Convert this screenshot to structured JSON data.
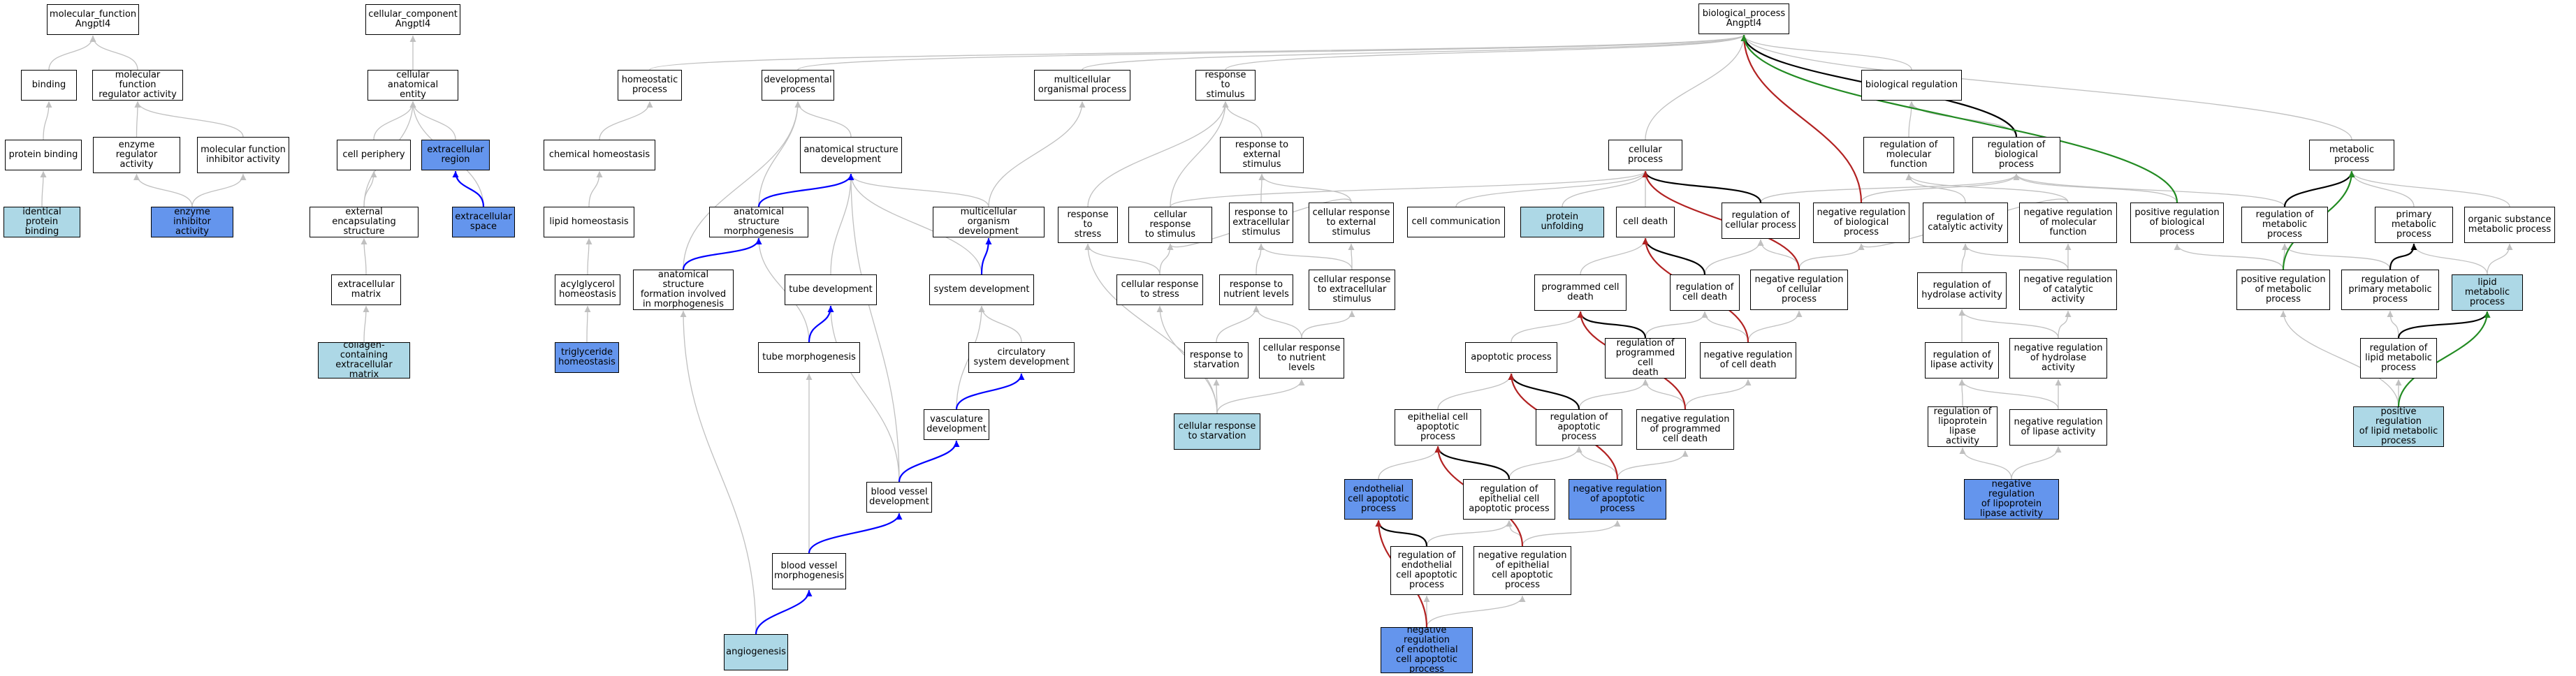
{
  "colors": {
    "light_fill": "#add8e6",
    "dark_fill": "#6495ed",
    "default_edge": "#c0c0c0",
    "black_edge": "#000000",
    "blue_edge": "#0000ff",
    "red_edge": "#b22222",
    "green_edge": "#228b22"
  },
  "nodes": {
    "mf": "molecular_function\nAngptl4",
    "binding": "binding",
    "mfreg": "molecular function\nregulator activity",
    "protbind": "protein binding",
    "enzreg": "enzyme regulator\nactivity",
    "mfinhib": "molecular function\ninhibitor activity",
    "identprot": "identical protein\nbinding",
    "enzinhib": "enzyme inhibitor\nactivity",
    "cc": "cellular_component\nAngptl4",
    "cae": "cellular anatomical\nentity",
    "cellper": "cell periphery",
    "exreg": "extracellular\nregion",
    "extencap": "external encapsulating\nstructure",
    "exspace": "extracellular\nspace",
    "exmatrix": "extracellular\nmatrix",
    "collagen": "collagen-containing\nextracellular\nmatrix",
    "bp": "biological_process\nAngptl4",
    "homeo": "homeostatic\nprocess",
    "chemhomeo": "chemical homeostasis",
    "lipidhomeo": "lipid homeostasis",
    "acylhomeo": "acylglycerol\nhomeostasis",
    "trighomeo": "triglyceride\nhomeostasis",
    "devproc": "developmental\nprocess",
    "asd": "anatomical structure\ndevelopment",
    "asm": "anatomical structure\nmorphogenesis",
    "asfm": "anatomical structure\nformation involved\nin morphogenesis",
    "multiorg": "multicellular\norganismal process",
    "multidev": "multicellular\norganism development",
    "tubedev": "tube development",
    "sysdev": "system development",
    "tubemorph": "tube morphogenesis",
    "circsys": "circulatory\nsystem development",
    "vasc": "vasculature\ndevelopment",
    "bvd": "blood vessel\ndevelopment",
    "bvm": "blood vessel\nmorphogenesis",
    "angio": "angiogenesis",
    "rts": "response to\nstimulus",
    "rtes": "response to\nexternal stimulus",
    "rtstress": "response to\nstress",
    "crts": "cellular response\nto stimulus",
    "rtextra": "response to\nextracellular\nstimulus",
    "crtes": "cellular response\nto external\nstimulus",
    "crtstress": "cellular response\nto stress",
    "rtnutr": "response to\nnutrient levels",
    "crtextra": "cellular response\nto extracellular\nstimulus",
    "rtstarv": "response to\nstarvation",
    "crtnutr": "cellular response\nto nutrient\nlevels",
    "crtstarv": "cellular response\nto starvation",
    "cellproc": "cellular process",
    "cellcomm": "cell communication",
    "protunf": "protein unfolding",
    "celldeath": "cell death",
    "pcd": "programmed cell\ndeath",
    "apop": "apoptotic process",
    "epiapop": "epithelial cell\napoptotic process",
    "endoapop": "endothelial\ncell apoptotic\nprocess",
    "biolreg": "biological regulation",
    "regbp": "regulation of\nbiological process",
    "regmf": "regulation of\nmolecular function",
    "regcp": "regulation of\ncellular process",
    "negregbp": "negative regulation\nof biological\nprocess",
    "posregbp": "positive regulation\nof biological\nprocess",
    "regcd": "regulation of\ncell death",
    "negregcp": "negative regulation\nof cellular\nprocess",
    "regpcd": "regulation of\nprogrammed cell\ndeath",
    "negregcd": "negative regulation\nof cell death",
    "regapop": "regulation of\napoptotic process",
    "negregpcd": "negative regulation\nof programmed\ncell death",
    "regepi": "regulation of\nepithelial cell\napoptotic process",
    "negregapop": "negative regulation\nof apoptotic\nprocess",
    "regendo": "regulation of\nendothelial\ncell apoptotic\nprocess",
    "negregepi": "negative regulation\nof epithelial\ncell apoptotic\nprocess",
    "negregendo": "negative regulation\nof endothelial\ncell apoptotic\nprocess",
    "regcat": "regulation of\ncatalytic activity",
    "negregmf": "negative regulation\nof molecular\nfunction",
    "reghyd": "regulation of\nhydrolase activity",
    "negregcat": "negative regulation\nof catalytic\nactivity",
    "reglip": "regulation of\nlipase activity",
    "negreghyd": "negative regulation\nof hydrolase\nactivity",
    "reglpl": "regulation of\nlipoprotein\nlipase activity",
    "negreglip": "negative regulation\nof lipase activity",
    "negreglpl": "negative regulation\nof lipoprotein\nlipase activity",
    "metab": "metabolic process",
    "regmetab": "regulation of\nmetabolic process",
    "primmetab": "primary metabolic\nprocess",
    "orgsub": "organic substance\nmetabolic process",
    "posregmetab": "positive regulation\nof metabolic\nprocess",
    "regprim": "regulation of\nprimary metabolic\nprocess",
    "lipidmetab": "lipid metabolic\nprocess",
    "reglipid": "regulation of\nlipid metabolic\nprocess",
    "posreglipid": "positive regulation\nof lipid metabolic\nprocess"
  }
}
